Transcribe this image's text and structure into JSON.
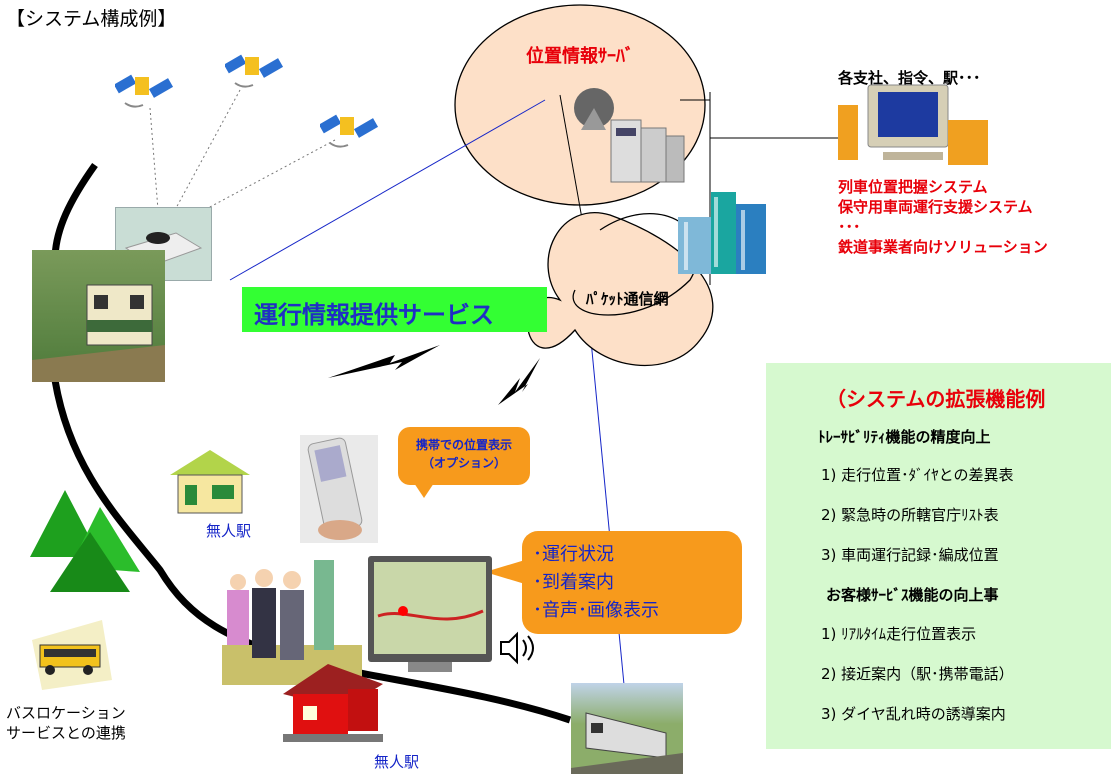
{
  "title": "【システム構成例】",
  "server_label": "位置情報ｻｰﾊﾞ",
  "branches_label": "各支社、指令、駅･･･",
  "solutions": [
    "列車位置把握システム",
    "保守用車両運行支援システム",
    "･･･",
    "鉄道事業者向けソリューション"
  ],
  "packet_network_label": "ﾊﾟｹｯﾄ通信網",
  "service_banner": "運行情報提供サービス",
  "mobile_callout": [
    "携帯での位置表示",
    "（オプション）"
  ],
  "info_callout": [
    "･運行状況",
    "･到着案内",
    "･音声･画像表示"
  ],
  "unmanned_station_top": "無人駅",
  "unmanned_station_bottom": "無人駅",
  "bus_label": [
    "バスロケーション",
    "サービスとの連携"
  ],
  "extension": {
    "heading": "（システムの拡張機能例",
    "group1_title": "ﾄﾚｰｻﾋﾞﾘﾃｨ機能の精度向上",
    "group1_items": [
      "1)  走行位置･ﾀﾞｲﾔとの差異表",
      "2)  緊急時の所轄官庁ﾘｽﾄ表",
      "3)  車両運行記録･編成位置"
    ],
    "group2_title": "お客様ｻｰﾋﾞｽ機能の向上事",
    "group2_items": [
      "1)  ﾘｱﾙﾀｲﾑ走行位置表示",
      "2)  接近案内（駅･携帯電話）",
      "3)  ダイヤ乱れ時の誘導案内"
    ]
  },
  "colors": {
    "accent_red": "#e8000a",
    "banner_bg": "#33ff33",
    "banner_text": "#1f2fc4",
    "callout_orange": "#f79a1c",
    "ext_bg": "#d6f9cf",
    "ellipse_fill": "#fde0c8"
  }
}
